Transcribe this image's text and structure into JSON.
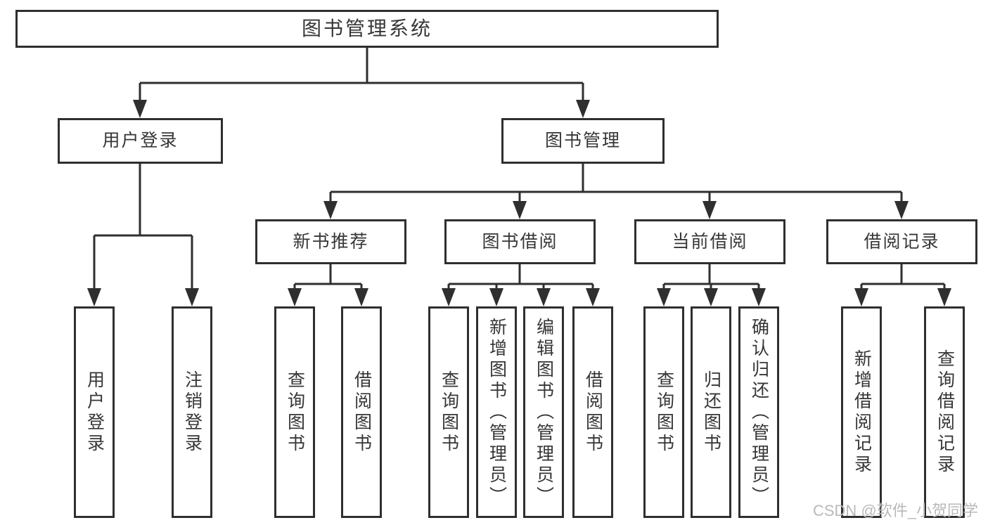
{
  "diagram": {
    "root": {
      "label": "图书管理系统"
    },
    "level2": [
      {
        "label": "用户登录",
        "children": [
          {
            "label": "用户登录"
          },
          {
            "label": "注销登录"
          }
        ]
      },
      {
        "label": "图书管理",
        "children": [
          {
            "label": "新书推荐",
            "children": [
              {
                "label": "查询图书"
              },
              {
                "label": "借阅图书"
              }
            ]
          },
          {
            "label": "图书借阅",
            "children": [
              {
                "label": "查询图书"
              },
              {
                "label": "新增图书（管理员）"
              },
              {
                "label": "编辑图书（管理员）"
              },
              {
                "label": "借阅图书"
              }
            ]
          },
          {
            "label": "当前借阅",
            "children": [
              {
                "label": "查询图书"
              },
              {
                "label": "归还图书"
              },
              {
                "label": "确认归还（管理员）"
              }
            ]
          },
          {
            "label": "借阅记录",
            "children": [
              {
                "label": "新增借阅记录"
              },
              {
                "label": "查询借阅记录"
              }
            ]
          }
        ]
      }
    ]
  },
  "watermark": {
    "text": "CSDN @软件_小贺同学"
  },
  "colors": {
    "line": "#2f2f2f",
    "text": "#363636",
    "watermark": "#b9b9b9",
    "background": "#ffffff"
  }
}
